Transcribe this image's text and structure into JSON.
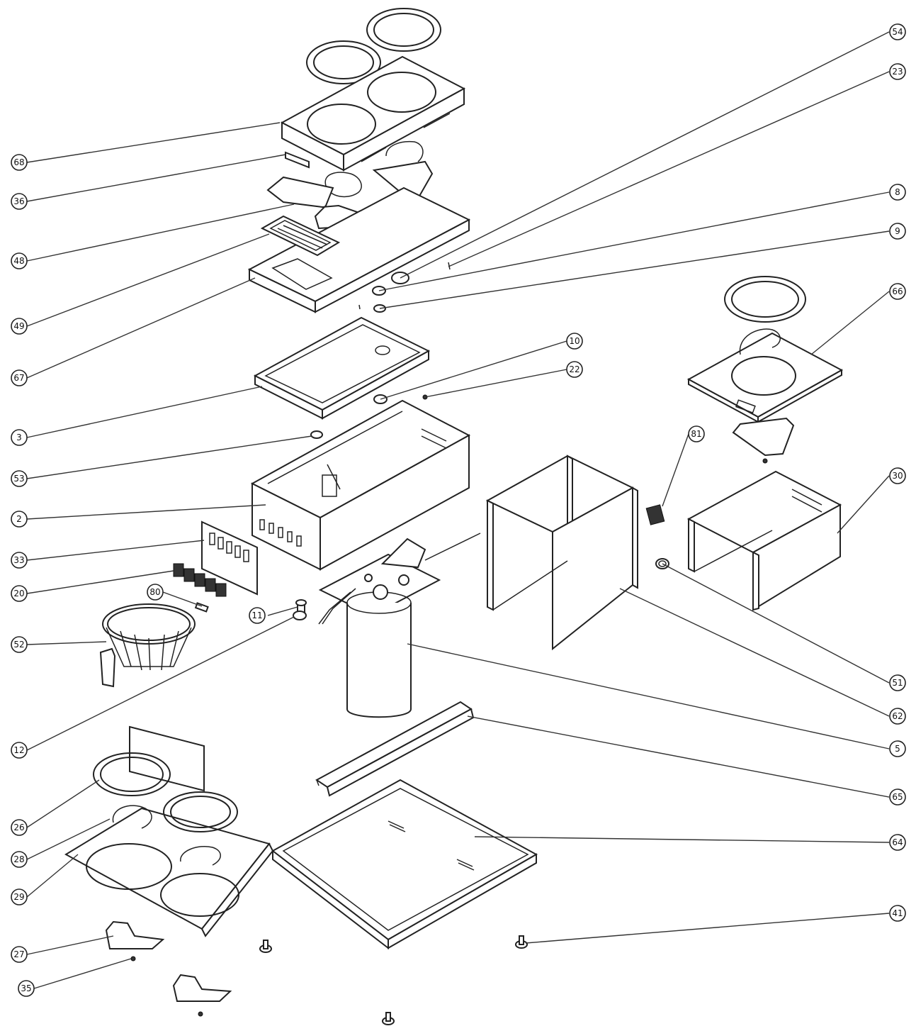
{
  "callouts": [
    {
      "id": "c54",
      "label": "54"
    },
    {
      "id": "c23",
      "label": "23"
    },
    {
      "id": "c68",
      "label": "68"
    },
    {
      "id": "c36",
      "label": "36"
    },
    {
      "id": "c8",
      "label": "8"
    },
    {
      "id": "c9",
      "label": "9"
    },
    {
      "id": "c48",
      "label": "48"
    },
    {
      "id": "c66",
      "label": "66"
    },
    {
      "id": "c49",
      "label": "49"
    },
    {
      "id": "c10",
      "label": "10"
    },
    {
      "id": "c67",
      "label": "67"
    },
    {
      "id": "c22",
      "label": "22"
    },
    {
      "id": "c3",
      "label": "3"
    },
    {
      "id": "c81",
      "label": "81"
    },
    {
      "id": "c53",
      "label": "53"
    },
    {
      "id": "c30",
      "label": "30"
    },
    {
      "id": "c2",
      "label": "2"
    },
    {
      "id": "c33",
      "label": "33"
    },
    {
      "id": "c20",
      "label": "20"
    },
    {
      "id": "c80",
      "label": "80"
    },
    {
      "id": "c11",
      "label": "11"
    },
    {
      "id": "c52",
      "label": "52"
    },
    {
      "id": "c51",
      "label": "51"
    },
    {
      "id": "c62",
      "label": "62"
    },
    {
      "id": "c12",
      "label": "12"
    },
    {
      "id": "c5",
      "label": "5"
    },
    {
      "id": "c65",
      "label": "65"
    },
    {
      "id": "c26",
      "label": "26"
    },
    {
      "id": "c28",
      "label": "28"
    },
    {
      "id": "c64",
      "label": "64"
    },
    {
      "id": "c29",
      "label": "29"
    },
    {
      "id": "c41",
      "label": "41"
    },
    {
      "id": "c27",
      "label": "27"
    },
    {
      "id": "c35",
      "label": "35"
    }
  ]
}
